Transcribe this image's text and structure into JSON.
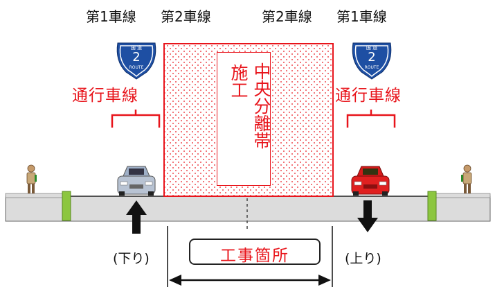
{
  "lane_headers": [
    "第1車線",
    "第2車線",
    "第2車線",
    "第1車線"
  ],
  "traffic_lane_label": "通行車線",
  "construction_label": "施工",
  "median_label": "中央分離帯",
  "work_location_label": "工事箇所",
  "direction_down": "(下り)",
  "direction_up": "(上り)",
  "route_sign": {
    "top_text": "国 道",
    "number": "2",
    "bottom_text": "ROUTE"
  },
  "colors": {
    "accent_red": "#e8141b",
    "sign_blue": "#1e4fa3",
    "road_gray": "#dcdcdc",
    "post_green": "#8cc63f"
  }
}
